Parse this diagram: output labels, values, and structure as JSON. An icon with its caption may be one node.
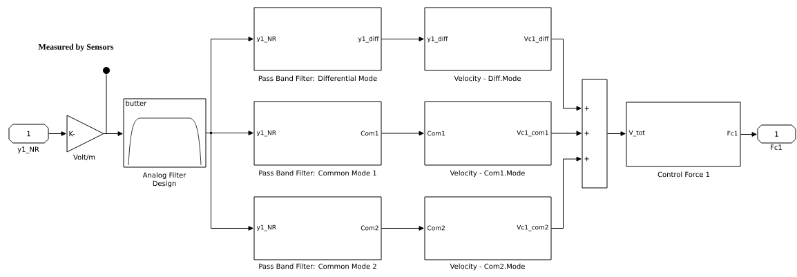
{
  "diagram": {
    "nodes": [
      {
        "text": [
          "1"
        ],
        "beside": [
          "y1_NR"
        ]
      },
      {
        "text": [
          "K-"
        ],
        "beside": [
          "Volt/m"
        ]
      },
      {
        "text": [],
        "shape": "circle",
        "beside": [
          "Measured by Sensors"
        ]
      },
      {
        "text": [
          "butter"
        ],
        "beside": [
          "Analog Filter Design"
        ]
      },
      {
        "text": [
          "y1_NR",
          "y1_diff"
        ],
        "beside": [
          "Pass Band Filter: Differential Mode"
        ]
      },
      {
        "text": [
          "y1_diff",
          "Vc1_diff"
        ],
        "beside": [
          "Velocity - Diff.Mode"
        ]
      },
      {
        "text": [
          "y1_NR",
          "Com1"
        ],
        "beside": [
          "Pass Band Filter: Common Mode 1"
        ]
      },
      {
        "text": [
          "Com1",
          "Vc1_com1"
        ],
        "beside": [
          "Velocity - Com1.Mode"
        ]
      },
      {
        "text": [
          "y1_NR",
          "Com2"
        ],
        "beside": [
          "Pass Band Filter: Common Mode 2"
        ]
      },
      {
        "text": [
          "Com2",
          "Vc1_com2"
        ],
        "beside": [
          "Velocity - Com2.Mode"
        ]
      },
      {
        "text": [
          "+",
          "+",
          "+"
        ]
      },
      {
        "text": [
          "V_tot",
          "Fc1"
        ],
        "beside": [
          "Control Force 1"
        ]
      },
      {
        "text": [
          "1"
        ],
        "beside": [
          "Fc1"
        ]
      }
    ],
    "edges": [
      {
        "from": 0,
        "to": 1,
        "arrow": "to"
      },
      {
        "from": 1,
        "to": 3,
        "arrow": "to"
      },
      {
        "from": 1,
        "to": 2,
        "arrow": "none"
      },
      {
        "from": 3,
        "to": 4,
        "arrow": "to"
      },
      {
        "from": 3,
        "to": 6,
        "arrow": "to"
      },
      {
        "from": 3,
        "to": 8,
        "arrow": "to"
      },
      {
        "from": 4,
        "to": 5,
        "arrow": "to"
      },
      {
        "from": 6,
        "to": 7,
        "arrow": "to"
      },
      {
        "from": 8,
        "to": 9,
        "arrow": "to"
      },
      {
        "from": 5,
        "to": 10,
        "arrow": "to"
      },
      {
        "from": 7,
        "to": 10,
        "arrow": "to"
      },
      {
        "from": 9,
        "to": 10,
        "arrow": "to"
      },
      {
        "from": 10,
        "to": 11,
        "arrow": "to"
      },
      {
        "from": 11,
        "to": 12,
        "arrow": "to"
      }
    ]
  }
}
